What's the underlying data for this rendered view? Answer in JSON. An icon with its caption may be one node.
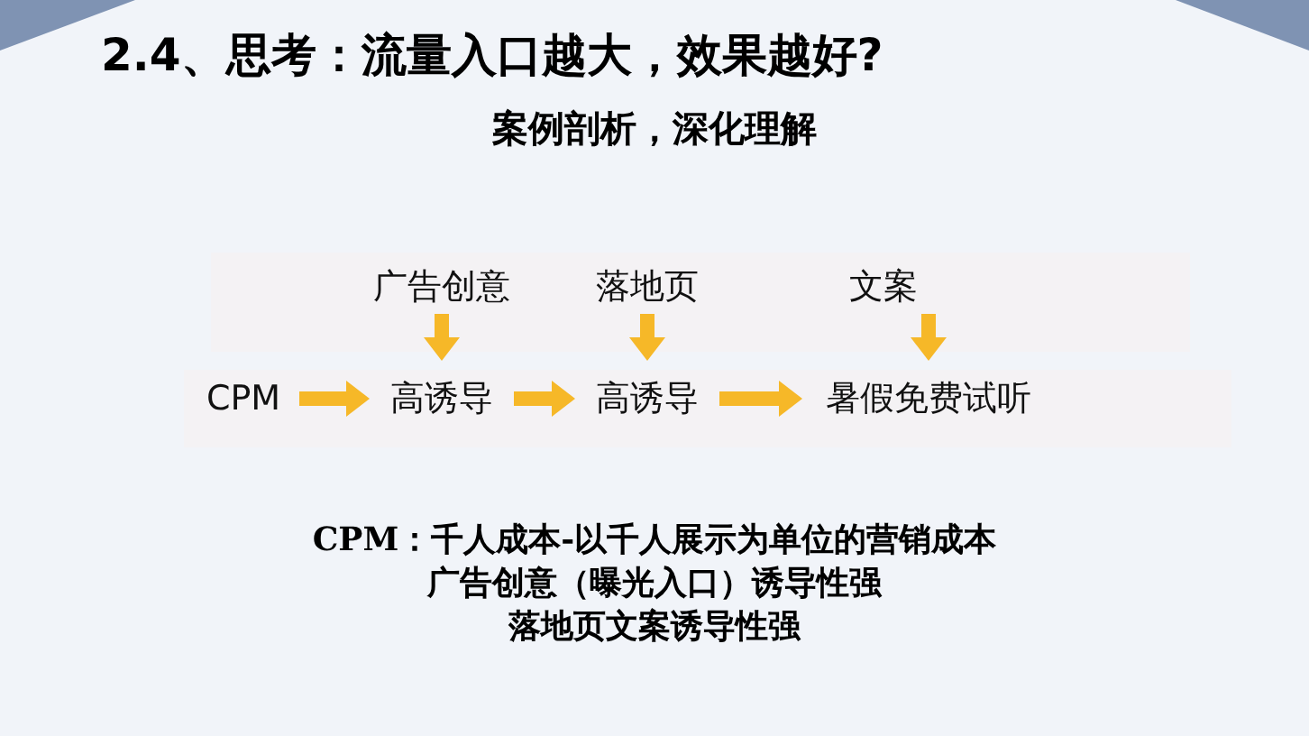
{
  "diagram": {
    "title": "2.4、思考：流量入口越大，效果越好?",
    "nodes": [
      {
        "text": [
          "CPM"
        ]
      },
      {
        "text": [
          "高诱导"
        ]
      },
      {
        "text": [
          "高诱导"
        ]
      },
      {
        "text": [
          "暑假免费试听"
        ]
      },
      {
        "text": [
          "广告创意"
        ]
      },
      {
        "text": [
          "落地页"
        ]
      },
      {
        "text": [
          "文案"
        ]
      }
    ],
    "edges": [
      {
        "from": 0,
        "to": 1,
        "arrow": "to"
      },
      {
        "from": 1,
        "to": 2,
        "arrow": "to"
      },
      {
        "from": 2,
        "to": 3,
        "arrow": "to"
      },
      {
        "from": 4,
        "to": 1,
        "arrow": "to"
      },
      {
        "from": 5,
        "to": 2,
        "arrow": "to"
      },
      {
        "from": 6,
        "to": 3,
        "arrow": "to"
      }
    ],
    "labels": [
      "案例剖析，深化理解",
      "CPM：千人成本-以千人展示为单位的营销成本",
      "广告创意（曝光入口）诱导性强",
      "落地页文案诱导性强"
    ]
  }
}
